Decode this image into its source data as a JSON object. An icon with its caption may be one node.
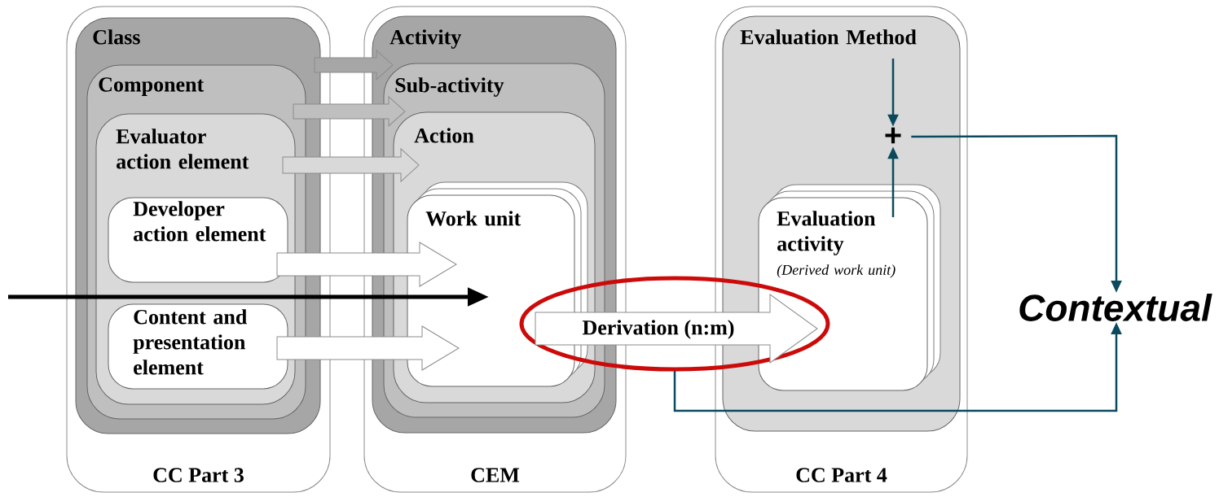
{
  "diagram": {
    "nodes": [
      {
        "text": [
          "CC Part 3"
        ]
      },
      {
        "text": [
          "Class"
        ],
        "in": 0
      },
      {
        "text": [
          "Component"
        ],
        "in": 1
      },
      {
        "text": [
          "Evaluator action element"
        ],
        "in": 2
      },
      {
        "text": [
          "Developer action element"
        ],
        "in": 3
      },
      {
        "text": [
          "Content and presentation element"
        ],
        "in": 3
      },
      {
        "text": [
          "CEM"
        ]
      },
      {
        "text": [
          "Activity"
        ],
        "in": 6
      },
      {
        "text": [
          "Sub-activity"
        ],
        "in": 7
      },
      {
        "text": [
          "Action"
        ],
        "in": 8
      },
      {
        "text": [
          "Work unit"
        ],
        "in": 9
      },
      {
        "text": [
          "CC Part 4"
        ]
      },
      {
        "text": [
          "Evaluation Method"
        ],
        "in": 11
      },
      {
        "text": [
          "Evaluation activity",
          "(Derived work unit)"
        ],
        "in": 12
      },
      {
        "text": [
          "+"
        ],
        "in": 12
      },
      {
        "text": [
          "Contextual"
        ]
      },
      {
        "text": [],
        "shape": "ellipse"
      }
    ],
    "edges": [
      {
        "from": 1,
        "to": 7,
        "arrow": "to"
      },
      {
        "from": 2,
        "to": 8,
        "arrow": "to"
      },
      {
        "from": 3,
        "to": 9,
        "arrow": "to"
      },
      {
        "from": 4,
        "to": 10,
        "arrow": "to"
      },
      {
        "from": 5,
        "to": 10,
        "arrow": "to"
      },
      {
        "from": null,
        "to": 10,
        "arrow": "to",
        "style": "thick",
        "color": "#000000"
      },
      {
        "from": 10,
        "to": 13,
        "arrow": "to",
        "label": "Derivation (n:m)"
      },
      {
        "from": 12,
        "to": 14,
        "arrow": "to",
        "color": "#0b4a5e"
      },
      {
        "from": 13,
        "to": 14,
        "arrow": "to",
        "color": "#0b4a5e"
      },
      {
        "from": 14,
        "to": 15,
        "arrow": "to",
        "color": "#0b4a5e"
      },
      {
        "from": 16,
        "to": 15,
        "arrow": "to",
        "color": "#0b4a5e"
      }
    ]
  }
}
